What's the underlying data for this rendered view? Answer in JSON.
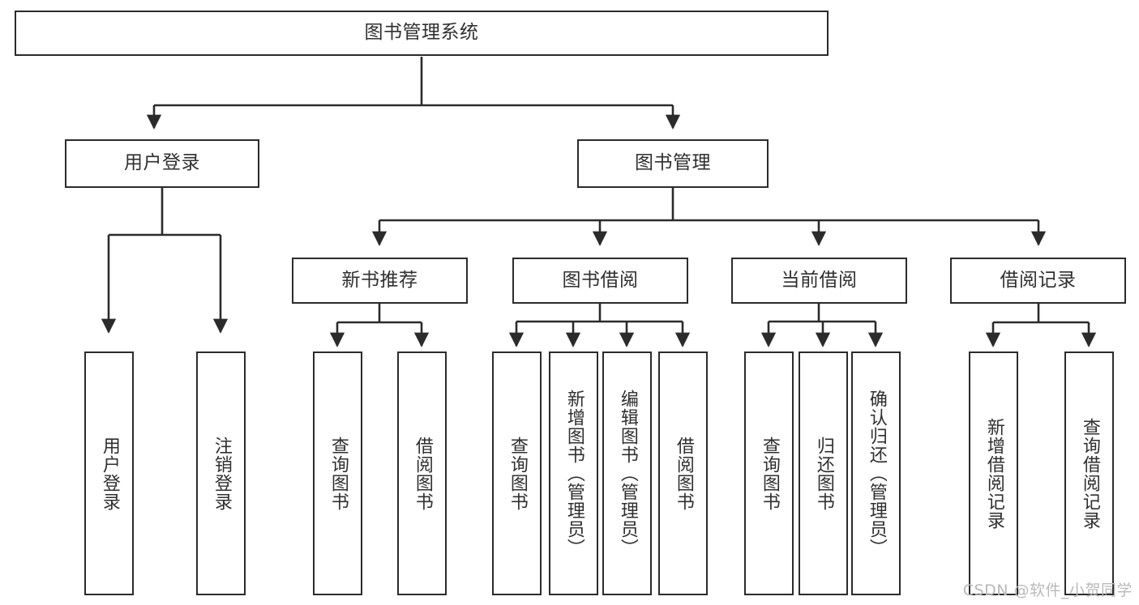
{
  "diagram": {
    "type": "tree-hierarchy-chart",
    "title_text": "图书管理系统",
    "orientation": "top-down",
    "colors": {
      "box_stroke": "#2b2b2b",
      "box_fill": "#ffffff",
      "text": "#2f2f2f",
      "edge": "#2b2b2b",
      "watermark": "#b9b9b9",
      "background": "#ffffff"
    },
    "levels": {
      "level0": "系统根节点",
      "level1": "主功能模块",
      "level2": "子功能模块",
      "level3": "操作叶节点"
    }
  },
  "root": {
    "label": "图书管理系统"
  },
  "level1": [
    {
      "label": "用户登录"
    },
    {
      "label": "图书管理"
    }
  ],
  "level2": [
    {
      "label": "新书推荐"
    },
    {
      "label": "图书借阅"
    },
    {
      "label": "当前借阅"
    },
    {
      "label": "借阅记录"
    }
  ],
  "leaves": {
    "user_login": [
      {
        "label": "用户登录"
      },
      {
        "label": "注销登录"
      }
    ],
    "new_book_recommend": [
      {
        "label": "查询图书"
      },
      {
        "label": "借阅图书"
      }
    ],
    "book_borrow": [
      {
        "label": "查询图书"
      },
      {
        "label": "新增图书（管理员）"
      },
      {
        "label": "编辑图书（管理员）"
      },
      {
        "label": "借阅图书"
      }
    ],
    "current_borrow": [
      {
        "label": "查询图书"
      },
      {
        "label": "归还图书"
      },
      {
        "label": "确认归还（管理员）"
      }
    ],
    "borrow_record": [
      {
        "label": "新增借阅记录"
      },
      {
        "label": "查询借阅记录"
      }
    ]
  },
  "watermark": {
    "text": "CSDN @软件_小贺同学"
  }
}
